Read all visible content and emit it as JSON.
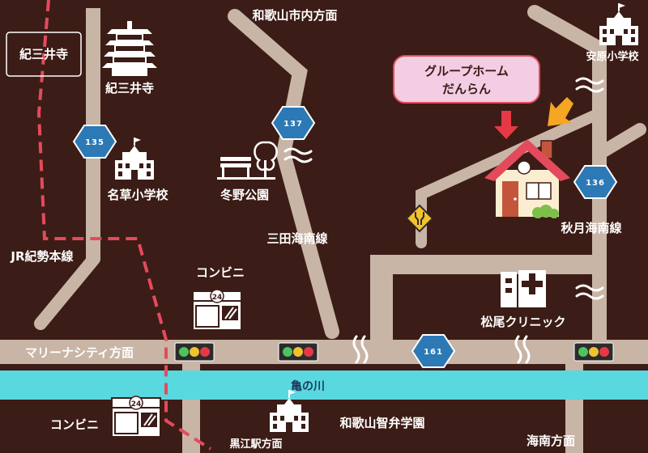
{
  "labels": {
    "temple_box": "紀三井寺",
    "temple_icon": "紀三井寺",
    "wakayama_shi": "和歌山市内方面",
    "ahara": "安原小学校",
    "nagusa": "名草小学校",
    "fuyuno": "冬野公園",
    "akizuki": "秋月海南線",
    "jr_line": "JR紀勢本線",
    "sanda_line": "三田海南線",
    "conv_upper": "コンビニ",
    "matsuo": "松尾クリニック",
    "marina": "マリーナシティ方面",
    "kamenokawa": "亀の川",
    "conv_lower": "コンビニ",
    "chiben": "和歌山智弁学園",
    "kainan": "海南方面",
    "kuroe": "黒江駅方面"
  },
  "group_home": {
    "line1": "グループホーム",
    "line2": "だんらん"
  },
  "routes": {
    "r135": "135",
    "r137": "137",
    "r136": "136",
    "r161": "161"
  },
  "store_badge": "24",
  "colors": {
    "background": "#3c1c16",
    "road": "#c8b5a6",
    "river": "#5ad8df",
    "route_hex": "#2c79b5",
    "rail": "#e34b5c",
    "callout_fill": "#f2cde3",
    "arrow_red": "#e63946",
    "arrow_orange": "#f5a623"
  },
  "icons": [
    "pagoda-icon",
    "school-icon",
    "park-icon",
    "house-icon",
    "convenience-store-icon",
    "hospital-icon",
    "traffic-light-icon",
    "road-narrows-sign-icon",
    "route-hex-icon",
    "water-wave-icon"
  ]
}
